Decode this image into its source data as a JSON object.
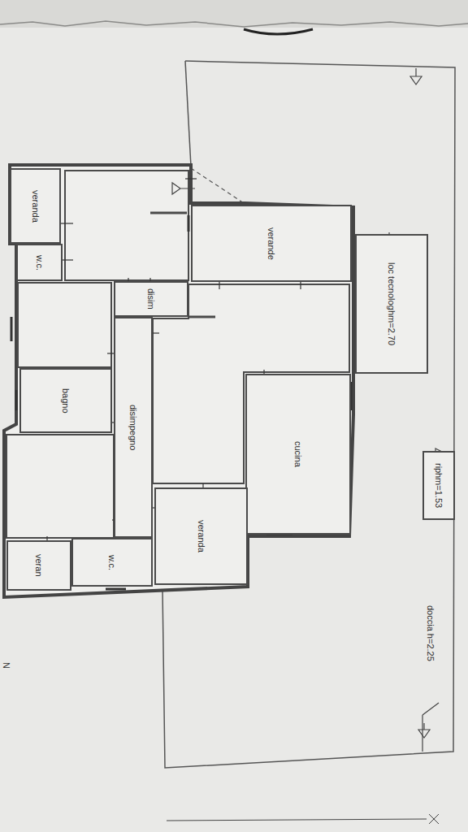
{
  "diagram": {
    "nodes": [
      {
        "text": [
          "veranda"
        ]
      },
      {
        "text": [
          "w.c."
        ]
      },
      {
        "text": [
          "verande"
        ]
      },
      {
        "text": [
          "loc tecnolog",
          "hm=2.70"
        ]
      },
      {
        "text": [
          "disim"
        ]
      },
      {
        "text": [
          "disimpegno"
        ]
      },
      {
        "text": [
          "bagno"
        ]
      },
      {
        "text": [
          "cucina"
        ]
      },
      {
        "text": [
          "rip",
          "hm=1.53"
        ]
      },
      {
        "text": [
          "veranda"
        ]
      },
      {
        "text": [
          "w.c."
        ]
      },
      {
        "text": [
          "veran"
        ]
      }
    ],
    "labels": [
      "doccia h=2.25",
      "N"
    ]
  }
}
